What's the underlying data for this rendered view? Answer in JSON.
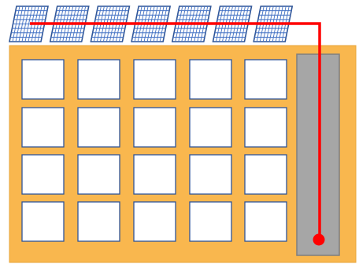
{
  "colors": {
    "building": "#F9B74E",
    "building_stroke": "#E8A43A",
    "window_fill": "#FFFFFF",
    "window_stroke": "#2F5597",
    "shaft_fill": "#A6A6A6",
    "shaft_stroke": "#7F7F7F",
    "panel_frame": "#2F5597",
    "panel_cell_bg": "#FFFFFF",
    "panel_grid": "#4472C4",
    "wire": "#FF0000"
  },
  "diagram": {
    "solar_panel_count": 7,
    "window_grid": {
      "rows": 4,
      "columns": 5
    },
    "has_vertical_shaft": true,
    "wire_ends_with_dot": true
  }
}
